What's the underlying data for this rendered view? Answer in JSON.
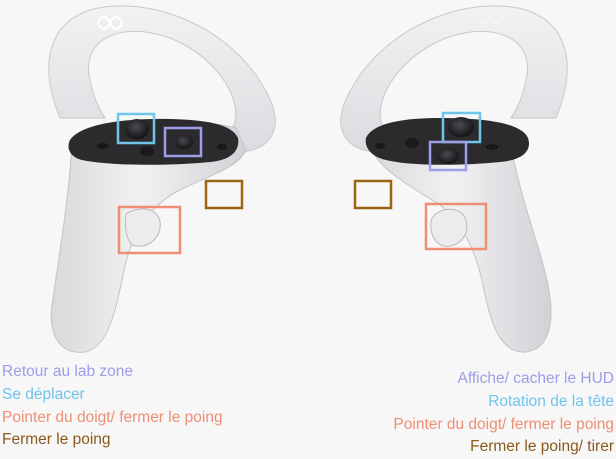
{
  "legend_left": [
    {
      "text": "Retour au lab zone",
      "color": "#9c9ee8"
    },
    {
      "text": "Se déplacer",
      "color": "#6fc4ea"
    },
    {
      "text": "Pointer du doigt/ fermer le poing",
      "color": "#ee8f73"
    },
    {
      "text": "Fermer le poing",
      "color": "#8a5a1c"
    }
  ],
  "legend_right": [
    {
      "text": "Affiche/ cacher le HUD",
      "color": "#9c9ee8"
    },
    {
      "text": "Rotation de la tête",
      "color": "#6fc4ea"
    },
    {
      "text": "Pointer du doigt/ fermer le poing",
      "color": "#ee8f73"
    },
    {
      "text": "Fermer le poing/ tirer",
      "color": "#8a5a1c"
    }
  ],
  "colors": {
    "highlight_blue": "#6fc4ea",
    "highlight_purple": "#9c9ee8",
    "highlight_orange": "#ee8f73",
    "highlight_brown": "#9b6514",
    "controller_body": "#e6e6e8",
    "button_panel": "#2b2b2e"
  },
  "icons": [
    "meta-logo-icon"
  ]
}
